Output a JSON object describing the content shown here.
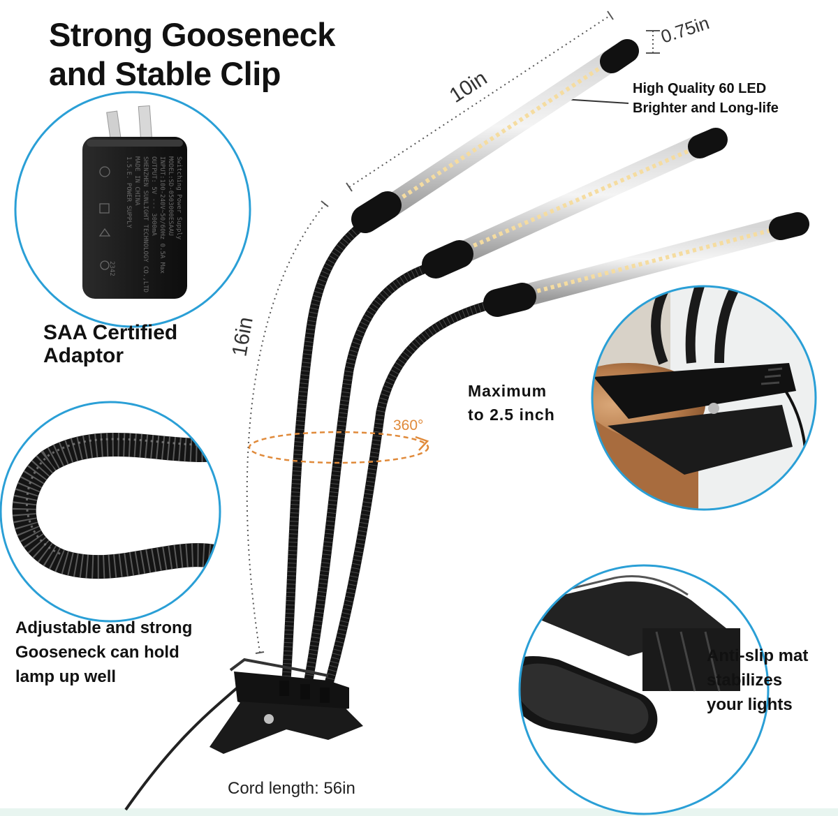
{
  "title": [
    "Strong Gooseneck",
    "and Stable Clip"
  ],
  "adaptor": {
    "label": [
      "SAA Certified",
      "Adaptor"
    ],
    "print": [
      "Switching Power Supply",
      "MODEL:SD-0503000ESAAU",
      "INPUT:100-240V~50/60Hz 0.5A Max",
      "OUTPUT: 5V --- 3000mA",
      "SHENZHEN SUNLIGHT TECHNOLOGY CO.,LTD",
      "MADE IN CHINA",
      "1.5.E. POWER SUPPLY"
    ],
    "code": "2342"
  },
  "dimensions": {
    "width": "0.75in",
    "length": "10in",
    "height": "16in",
    "rotation": "360°"
  },
  "callouts": {
    "led": [
      "High Quality 60 LED",
      "Brighter and Long-life"
    ],
    "clip": [
      "Maximum",
      "to 2.5 inch"
    ],
    "gooseneck": [
      "Adjustable and strong",
      "Gooseneck can hold",
      "lamp up well"
    ],
    "mat": [
      "Anti-slip mat",
      "stabilizes",
      "your lights"
    ],
    "cord": "Cord length: 56in"
  },
  "colors": {
    "circle_border": "#2a9fd6",
    "rotation_arrow": "#e08a3a",
    "led_warm": "#f5dca0",
    "bottom_strip": "#e8f5f0"
  }
}
